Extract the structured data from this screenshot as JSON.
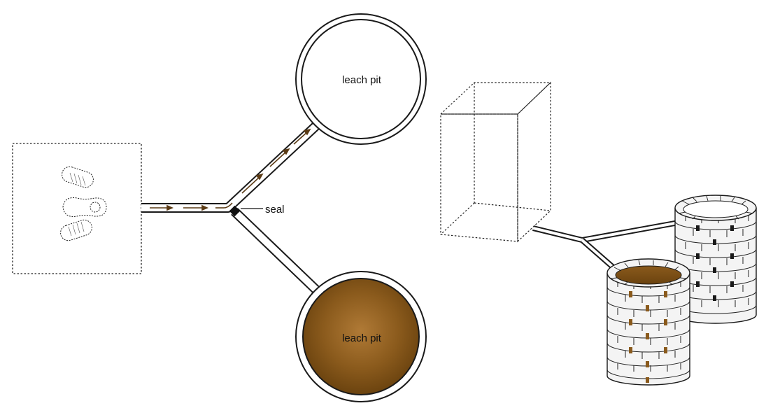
{
  "labels": {
    "pit_top": "leach pit",
    "pit_bottom": "leach pit",
    "seal": "seal"
  },
  "colors": {
    "stroke": "#1a1a1a",
    "pit_fill": "#8a5a1c",
    "pit_fill_light": "#b07a36",
    "pit_fill_dark": "#6b430f",
    "flow_arrow": "#5a3a14",
    "seal": "#111111",
    "brick_slot": "#8a5a1c"
  }
}
